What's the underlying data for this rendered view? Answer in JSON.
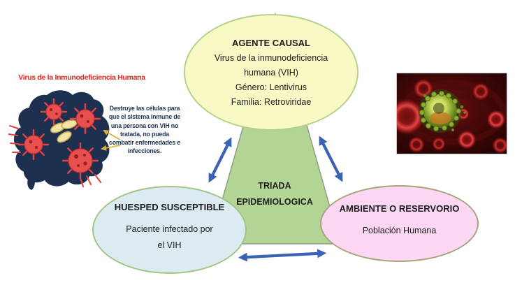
{
  "triad": {
    "center": {
      "line1": "TRIADA",
      "line2": "EPIDEMIOLOGICA"
    },
    "agent": {
      "title": "AGENTE CAUSAL",
      "line1": "Virus de la inmunodeficiencia",
      "line2": "humana (VIH)",
      "line3": "Género: Lentivirus",
      "line4": "Familia: Retroviridae"
    },
    "host": {
      "title": "HUESPED SUSCEPTIBLE",
      "line1": "Paciente infectado por",
      "line2": "el VIH"
    },
    "environment": {
      "title": "AMBIENTE O RESERVORIO",
      "line1": "Población Humana"
    }
  },
  "left_panel": {
    "title": "Virus de la Inmunodeficiencia Humana",
    "description": {
      "line1": "Destruye las células para",
      "line2": "que el sistema inmune de",
      "line3": "una persona con VIH no",
      "line4": "tratada, no pueda",
      "line5": "combatir enfermedades e",
      "line6": "infecciones."
    }
  },
  "images": {
    "left_illustration": "hiv-virus-destroying-immune-cell-infographic",
    "right_photo": "hiv-virus-among-red-blood-cells"
  },
  "colors": {
    "agent_fill": "#f9f9c6",
    "agent_border": "#b5d28c",
    "host_fill": "#dceaf2",
    "host_border": "#a3c583",
    "environment_fill": "#fbd7f3",
    "environment_border": "#a7a47b",
    "triangle_fill": "#b2d495",
    "triangle_border": "#8d9a7c",
    "arrow_blue": "#3a62b6",
    "left_title_red": "#e52320",
    "left_text_navy": "#1c3254",
    "blob_navy": "#1d3050",
    "virus_red": "#e85050"
  }
}
